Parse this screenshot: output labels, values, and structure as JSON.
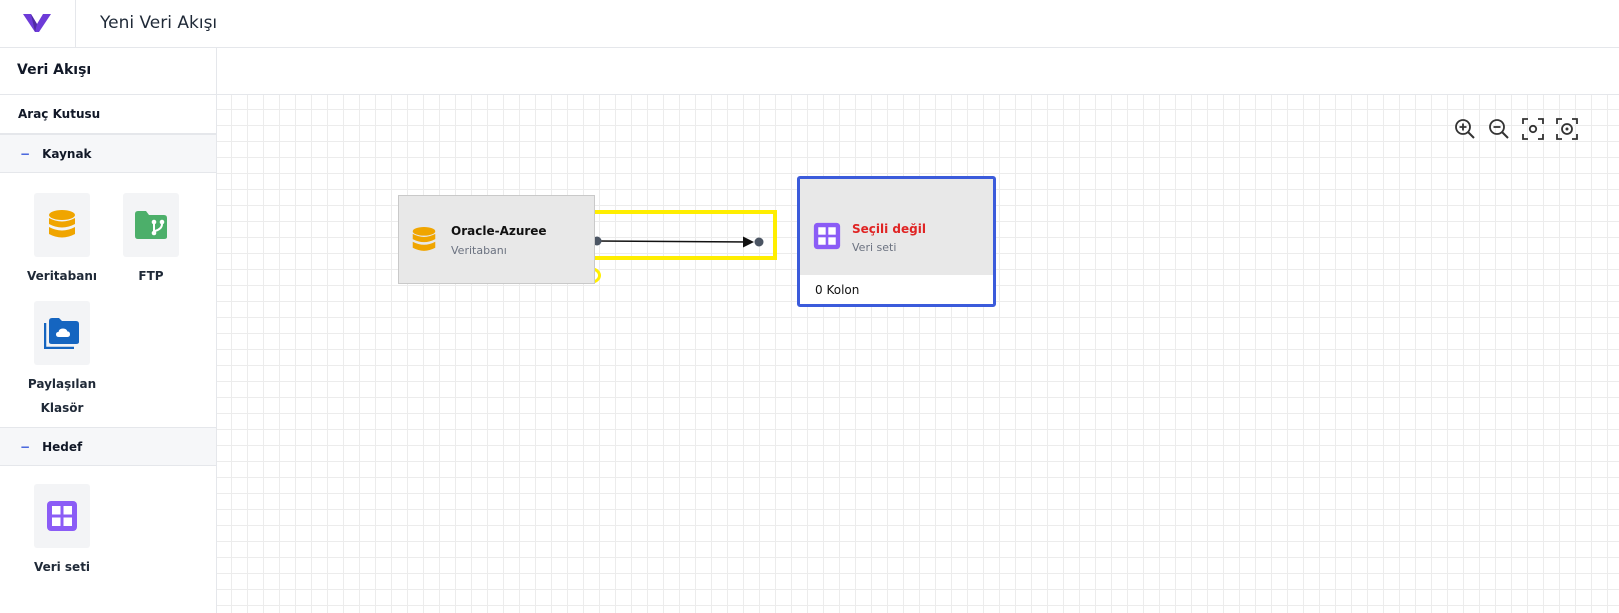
{
  "header": {
    "title": "Yeni Veri Akışı",
    "logo_icon": "logo-v-icon"
  },
  "sidebar": {
    "title": "Veri Akışı",
    "toolbox_title": "Araç Kutusu",
    "groups": [
      {
        "label": "Kaynak",
        "toggle": "−",
        "items": [
          {
            "label": "Veritabanı",
            "icon": "database-icon"
          },
          {
            "label": "FTP",
            "icon": "ftp-folder-icon"
          },
          {
            "label": "Paylaşılan Klasör",
            "icon": "shared-folder-icon"
          }
        ]
      },
      {
        "label": "Hedef",
        "toggle": "−",
        "items": [
          {
            "label": "Veri seti",
            "icon": "dataset-grid-icon"
          }
        ]
      }
    ]
  },
  "canvas": {
    "zoom_tools": [
      "zoom-in-icon",
      "zoom-out-icon",
      "fit-view-icon",
      "reset-view-icon"
    ],
    "nodes": {
      "source": {
        "title": "Oracle-Azuree",
        "subtitle": "Veritabanı",
        "icon": "database-icon"
      },
      "target": {
        "title": "Seçili değil",
        "subtitle": "Veri seti",
        "footer": "0 Kolon",
        "icon": "dataset-grid-icon"
      }
    }
  },
  "colors": {
    "accent": "#3b5bdb",
    "database": "#f0a500",
    "ftp": "#4caf6a",
    "shared_folder": "#1565c0",
    "dataset": "#8b5cf6",
    "not_selected": "#e02424",
    "highlight": "#ffee00"
  }
}
